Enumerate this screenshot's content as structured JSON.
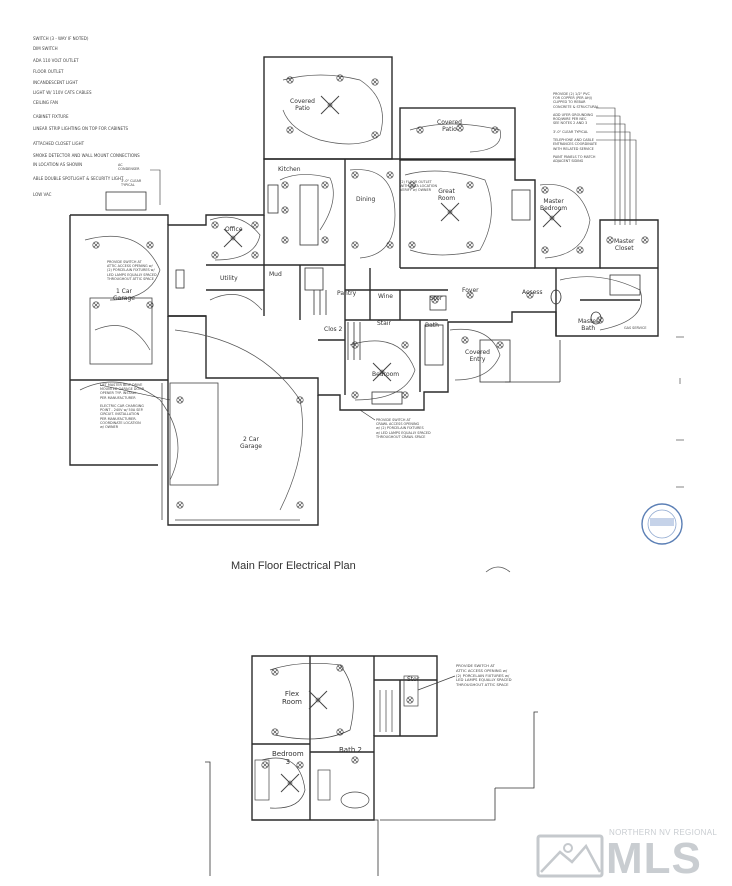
{
  "plan_title": "Main Floor Electrical Plan",
  "legend": [
    "SWITCH (3 - WAY IF NOTED)",
    "DIM SWITCH",
    "ADA 110 VOLT OUTLET",
    "FLOOR OUTLET",
    "INCANDESCENT LIGHT",
    "LIGHT W/ 110V CATS CABLES",
    "CEILING FAN",
    "CABINET FIXTURE",
    "LINEAR STRIP LIGHTING ON TOP FOR CABINETS",
    "ATTACHED CLOSET LIGHT",
    "SMOKE DETECTOR AND WALL MOUNT CONNECTIONS",
    "IN LOCATION AS SHOWN",
    "ABLE DOUBLE SPOTLIGHT & SECURITY LIGHT",
    "LOW VAC"
  ],
  "rooms_main": [
    {
      "id": "covered-patio-1",
      "label": "Covered\nPatio"
    },
    {
      "id": "covered-patio-2",
      "label": "Covered\nPatio"
    },
    {
      "id": "kitchen",
      "label": "Kitchen"
    },
    {
      "id": "dining",
      "label": "Dining"
    },
    {
      "id": "great-room",
      "label": "Great\nRoom"
    },
    {
      "id": "master-bedroom",
      "label": "Master\nBedroom"
    },
    {
      "id": "master-closet",
      "label": "Master\nCloset"
    },
    {
      "id": "office",
      "label": "Office"
    },
    {
      "id": "mud",
      "label": "Mud"
    },
    {
      "id": "utility",
      "label": "Utility"
    },
    {
      "id": "pantry",
      "label": "Pantry"
    },
    {
      "id": "wine",
      "label": "Wine"
    },
    {
      "id": "stor",
      "label": "Stor"
    },
    {
      "id": "foyer",
      "label": "Foyer"
    },
    {
      "id": "access",
      "label": "Access"
    },
    {
      "id": "master-bath",
      "label": "Master\nBath"
    },
    {
      "id": "car-garage-1",
      "label": "1 Car\nGarage"
    },
    {
      "id": "car-garage-2",
      "label": "2 Car\nGarage"
    },
    {
      "id": "bedroom-2",
      "label": "Bedroom"
    },
    {
      "id": "bath",
      "label": "Bath"
    },
    {
      "id": "covered-entry",
      "label": "Covered\nEntry"
    },
    {
      "id": "closet-2",
      "label": "Clos 2"
    },
    {
      "id": "stair",
      "label": "Stair"
    }
  ],
  "rooms_upper": [
    {
      "id": "flex-room",
      "label": "Flex\nRoom"
    },
    {
      "id": "bedroom-3",
      "label": "Bedroom\n3"
    },
    {
      "id": "bath-2",
      "label": "Bath 2"
    },
    {
      "id": "stor-upper",
      "label": "Stor"
    }
  ],
  "notes": {
    "service_notes": "PROVIDE (2) 1/2\" PVC\nFOR COPPER (PER AHJ)\nCLIPPED TO REBAR\nCONCRETE & STRUCTURAL\n\nADD UFER GROUNDING\nROD/WIRE PER NEC\nSEE NOTES 2 AND 3\n\n3'-0\" CLEAR TYPICAL\n\nTELEPHONE AND CABLE\nENTRANCES COORDINATE\nWITH RELATED SERVICE\n\nPAINT PANELS TO MATCH\nADJACENT SIDING",
    "gas_service": "GAS SERVICE",
    "ac_note": "AC\nCONDENSER",
    "clear_note": "3'-0\" CLEAR\nTYPICAL",
    "attic_note_main": "PROVIDE SWITCH AT\nATTIC ACCESS OPENING w/\n(2) PORCELAIN FIXTURES w/\nLED LAMPS EQUALLY SPACED\nTHROUGHOUT ATTIC SPACE",
    "crawl_note": "PROVIDE SWITCH AT\nCRAWL ACCESS OPENING\nw/ (2) PORCELAIN FIXTURES\nw/ LED LAMPS EQUALLY SPACED\nTHROUGHOUT CRAWL SPACE",
    "garage_door_note": "LIFT MASTER BELT DRIVE\nMOUNTED GARAGE DOOR\nOPENER TYP. INSTALL\nPER MANUFACTURER",
    "ev_note": "ELECTRIC CAR CHARGING\nPOINT - 240V w/ 50A SEP.\nCIRCUIT. INSTALLATION\nPER MANUFACTURER.\nCOORDINATE LOCATION\nw/ OWNER",
    "floor_outlet_note": "(2) FLOOR OUTLET\nWITH DATA LOCATION\nVERIFY w/ OWNER",
    "attic_note_upper": "PROVIDE SWITCH AT\nATTIC ACCESS OPENING w/\n(2) PORCELAIN FIXTURES w/\nLED LAMPS EQUALLY SPACED\nTHROUGHOUT ATTIC SPACE"
  },
  "watermark": {
    "top": "NORTHERN NV REGIONAL",
    "main": "MLS"
  },
  "colors": {
    "line": "#2a2a2a",
    "light_line": "#7a7a7a",
    "watermark": "#c5c9cd",
    "seal": "#5b7fb5"
  }
}
